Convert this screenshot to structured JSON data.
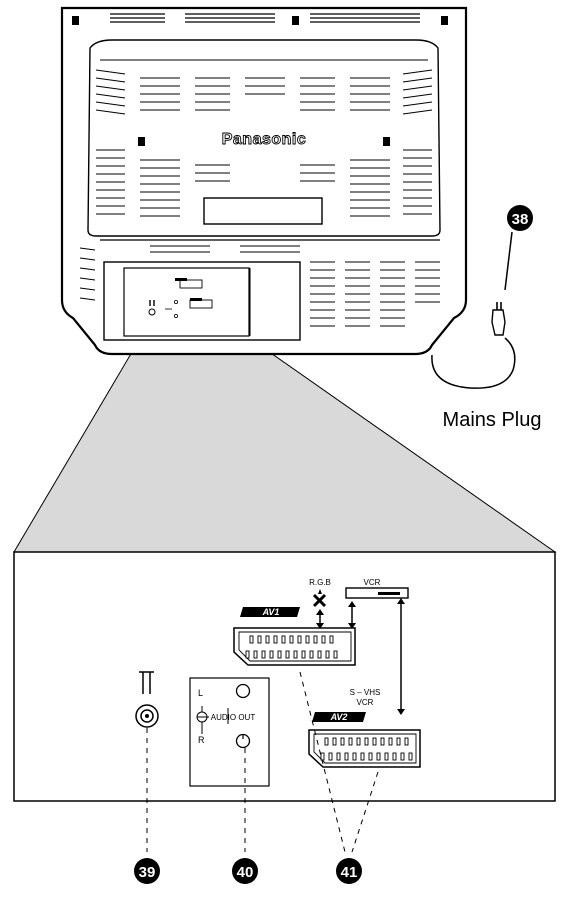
{
  "tv": {
    "brand": "Panasonic"
  },
  "mains_plug": {
    "caption": "Mains Plug"
  },
  "callouts": {
    "mains_plug_number": "38",
    "aerial_number": "39",
    "audio_out_number": "40",
    "scart_number": "41"
  },
  "panel": {
    "rgb_label": "R.G.B",
    "vcr_label": "VCR",
    "av1_label": "AV1",
    "av2_label": "AV2",
    "svhs_label": "S – VHS",
    "svhs_vcr_label": "VCR",
    "audio_left": "L",
    "audio_right": "R",
    "audio_out_label": "AUDIO OUT"
  },
  "colors": {
    "outline": "#000000",
    "projection_fill": "#d9d9d9",
    "tv_back": "#ffffff"
  }
}
